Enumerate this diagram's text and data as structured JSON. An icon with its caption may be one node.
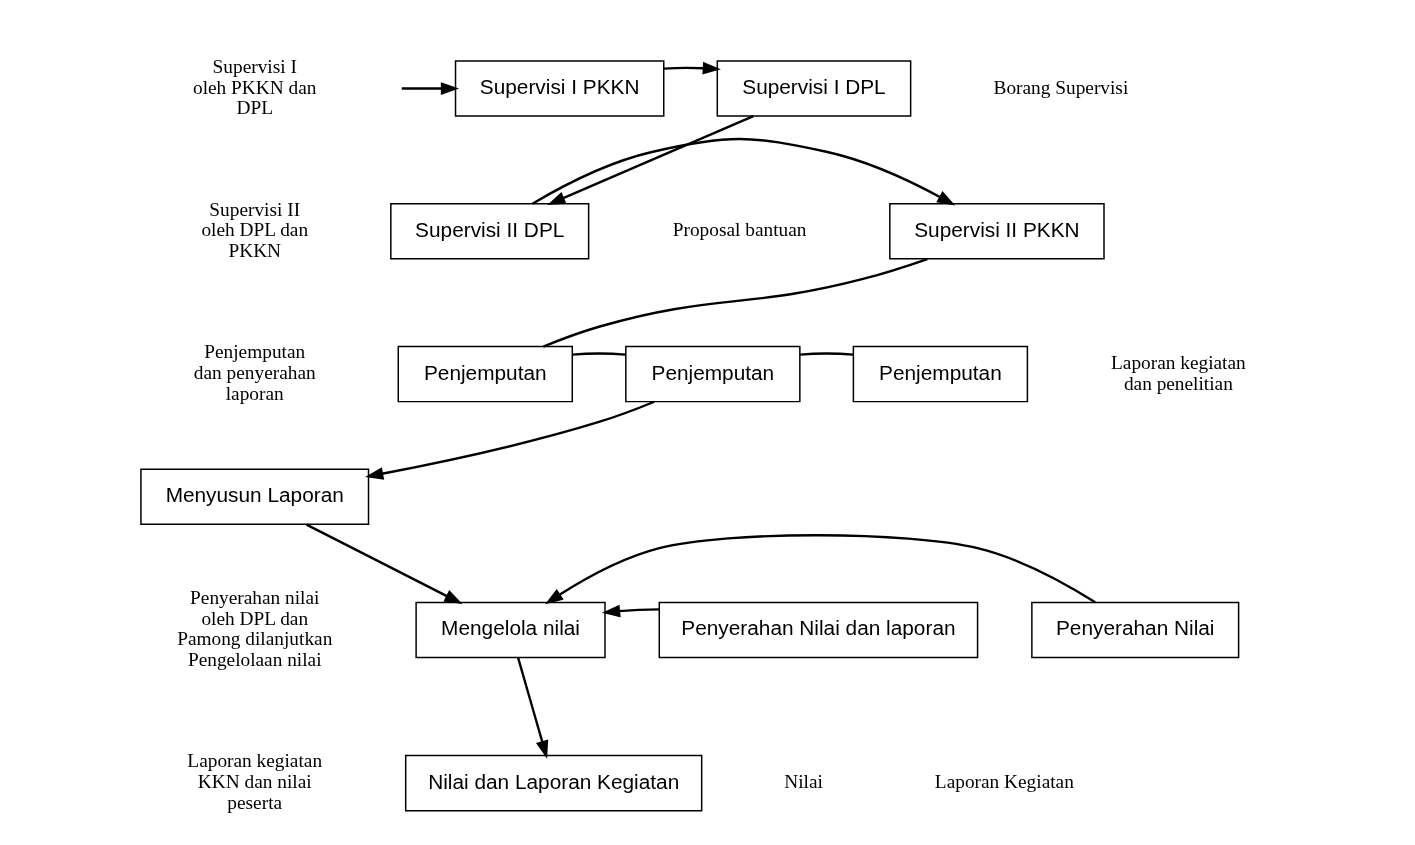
{
  "diagram": {
    "nodes": [
      {
        "text": [
          "Supervisi I PKKN"
        ]
      },
      {
        "text": [
          "Supervisi I DPL"
        ]
      },
      {
        "text": [
          "Supervisi II DPL"
        ]
      },
      {
        "text": [
          "Supervisi II PKKN"
        ]
      },
      {
        "text": [
          "Penjemputan"
        ]
      },
      {
        "text": [
          "Penjemputan"
        ]
      },
      {
        "text": [
          "Penjemputan"
        ]
      },
      {
        "text": [
          "Menyusun Laporan"
        ]
      },
      {
        "text": [
          "Mengelola nilai"
        ]
      },
      {
        "text": [
          "Penyerahan Nilai dan laporan"
        ]
      },
      {
        "text": [
          "Penyerahan Nilai"
        ]
      },
      {
        "text": [
          "Nilai dan Laporan Kegiatan"
        ]
      }
    ],
    "edges": [
      {
        "from": null,
        "to": 0,
        "arrow": "to"
      },
      {
        "from": 0,
        "to": 1,
        "arrow": "to"
      },
      {
        "from": 1,
        "to": 2,
        "arrow": "to"
      },
      {
        "from": 2,
        "to": 3,
        "arrow": "to"
      },
      {
        "from": 3,
        "to": 4,
        "arrow": "none"
      },
      {
        "from": 4,
        "to": 5,
        "arrow": "none"
      },
      {
        "from": 5,
        "to": 6,
        "arrow": "none"
      },
      {
        "from": 5,
        "to": 7,
        "arrow": "to"
      },
      {
        "from": 7,
        "to": 8,
        "arrow": "to"
      },
      {
        "from": 8,
        "to": 11,
        "arrow": "to"
      },
      {
        "from": 9,
        "to": 8,
        "arrow": "to"
      },
      {
        "from": 10,
        "to": 8,
        "arrow": "to"
      }
    ],
    "labels": [
      "Supervisi I oleh PKKN dan DPL",
      "Borang Supervisi",
      "Supervisi II oleh DPL dan PKKN",
      "Proposal bantuan",
      "Penjemputan dan penyerahan laporan",
      "Laporan kegiatan dan penelitian",
      "Penyerahan nilai oleh DPL dan Pamong dilanjutkan Pengelolaan nilai",
      "Laporan kegiatan KKN dan nilai peserta",
      "Nilai",
      "Laporan Kegiatan"
    ]
  }
}
